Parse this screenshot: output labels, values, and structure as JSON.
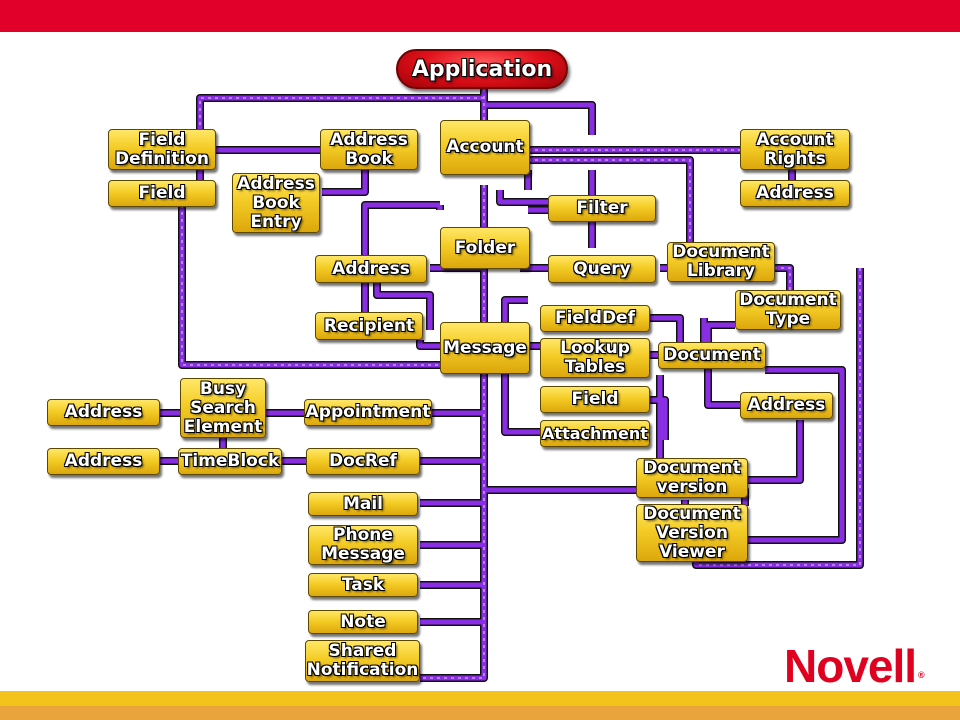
{
  "brand": {
    "logo_text": "Novell",
    "logo_mark": "®",
    "primary_red": "#e0002a",
    "accent_yellow": "#f3c21b",
    "accent_orange": "#e9a43b"
  },
  "diagram": {
    "root": "Application",
    "nodes": {
      "field_definition": "Field\nDefinition",
      "address_book": "Address\nBook",
      "account": "Account",
      "account_rights": "Account\nRights",
      "field_top": "Field",
      "address_book_entry": "Address\nBook\nEntry",
      "address_right": "Address",
      "filter": "Filter",
      "folder": "Folder",
      "address_mid": "Address",
      "query": "Query",
      "document_library": "Document\nLibrary",
      "document_type": "Document\nType",
      "recipient": "Recipient",
      "fielddef": "FieldDef",
      "message": "Message",
      "lookup_tables": "Lookup\nTables",
      "document": "Document",
      "busy_search_element": "Busy\nSearch\nElement",
      "address_busy": "Address",
      "appointment": "Appointment",
      "field_msg": "Field",
      "address_doc": "Address",
      "attachment": "Attachment",
      "address_timeblock": "Address",
      "timeblock": "TimeBlock",
      "docref": "DocRef",
      "document_version": "Document\nversion",
      "mail": "Mail",
      "document_version_viewer": "Document\nVersion\nViewer",
      "phone_message": "Phone\nMessage",
      "task": "Task",
      "note": "Note",
      "shared_notification": "Shared\nNotification"
    }
  }
}
